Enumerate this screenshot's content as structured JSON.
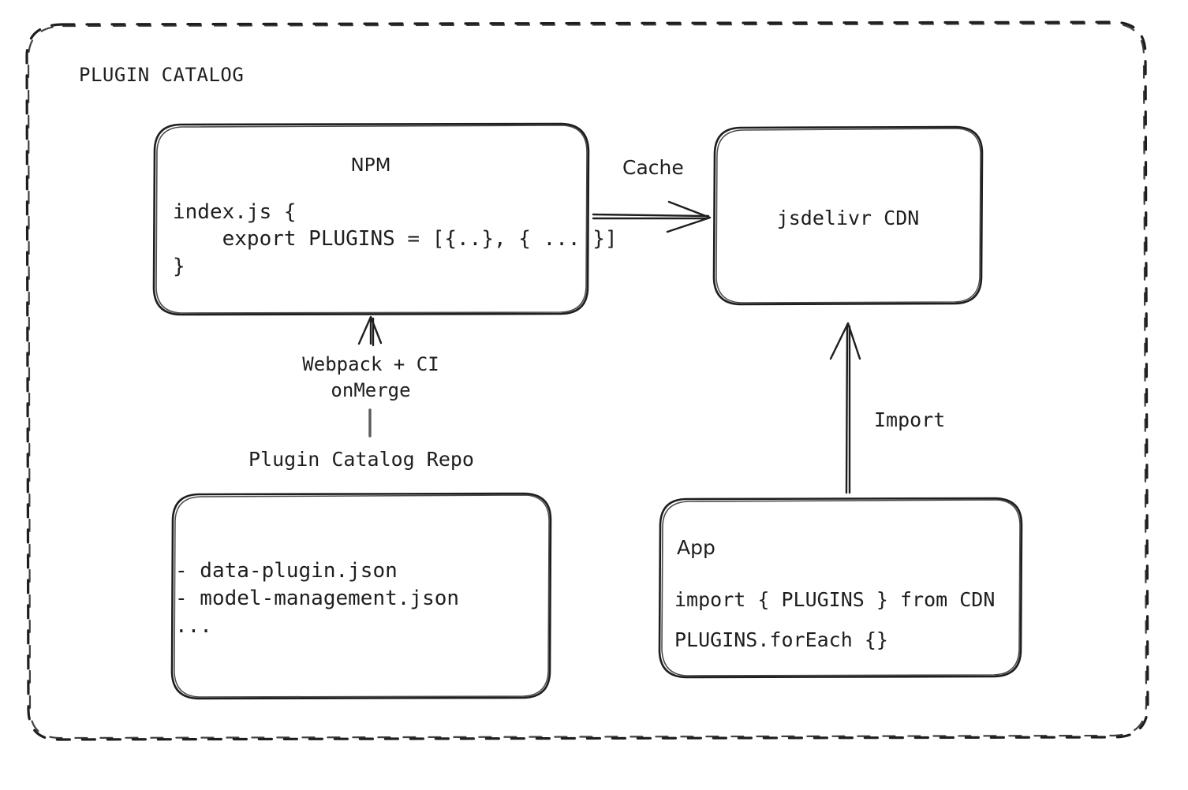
{
  "frame": {
    "title": "PLUGIN CATALOG",
    "border_style": "dashed",
    "stroke_color": "#1e1e1e"
  },
  "nodes": {
    "npm": {
      "title": "NPM",
      "code_lines": [
        "index.js {",
        "    export PLUGINS = [{..}, { ... }]",
        "}"
      ],
      "code_text": "index.js {\n    export PLUGINS = [{..}, { ... }]\n}"
    },
    "cdn": {
      "title": "jsdelivr CDN"
    },
    "repo": {
      "caption": "Plugin Catalog Repo",
      "code_lines": [
        "- data-plugin.json",
        "- model-management.json",
        "..."
      ],
      "code_text": "- data-plugin.json\n- model-management.json\n..."
    },
    "app": {
      "title": "App",
      "code_lines": [
        "import { PLUGINS } from CDN",
        "PLUGINS.forEach {}"
      ],
      "code_text": "import { PLUGINS } from CDN\nPLUGINS.forEach {}"
    }
  },
  "edges": {
    "npm_to_cdn": {
      "label": "Cache",
      "direction": "right"
    },
    "repo_to_npm": {
      "label": "Webpack + CI\nonMerge",
      "direction": "up"
    },
    "app_to_cdn": {
      "label": "Import",
      "direction": "up"
    }
  },
  "colors": {
    "stroke": "#1e1e1e",
    "background": "#ffffff",
    "text": "#1e1e1e"
  }
}
